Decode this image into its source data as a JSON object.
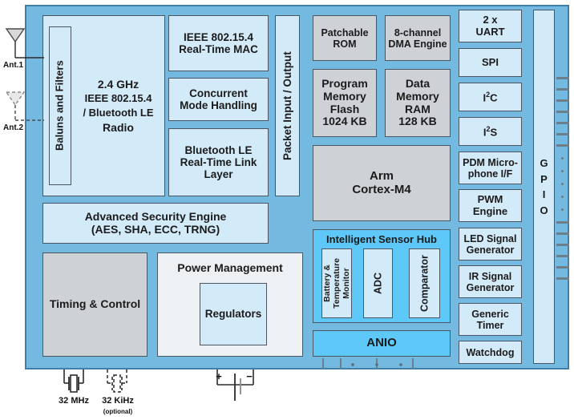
{
  "diagram": {
    "title": "Wireless SoC block diagram",
    "colors": {
      "chip_background": "#74b9e0",
      "light_block": "#d3eaf9",
      "gray_block": "#ced1d6",
      "white_block": "#eef1f4",
      "bright_block": "#5ec8f8",
      "border": "#4a5763"
    }
  },
  "antennas": [
    {
      "label": "Ant.1",
      "style": "solid"
    },
    {
      "label": "Ant.2",
      "style": "dashed"
    }
  ],
  "radio": {
    "baluns": "Baluns and Filters",
    "radio_lines": [
      "2.4 GHz",
      "IEEE 802.15.4",
      "/ Bluetooth LE",
      "Radio"
    ]
  },
  "protocol_blocks": [
    {
      "name": "ieee-mac",
      "lines": [
        "IEEE 802.15.4",
        "Real-Time MAC"
      ]
    },
    {
      "name": "concurrent-mode",
      "lines": [
        "Concurrent",
        "Mode Handling"
      ]
    },
    {
      "name": "ble-link-layer",
      "lines": [
        "Bluetooth LE",
        "Real-Time Link",
        "Layer"
      ]
    }
  ],
  "packet_io": {
    "label": "Packet Input / Output"
  },
  "security": {
    "lines": [
      "Advanced Security Engine",
      "(AES, SHA, ECC, TRNG)"
    ]
  },
  "timing": {
    "label": "Timing & Control"
  },
  "power": {
    "title": "Power Management",
    "regulators": "Regulators"
  },
  "core_blocks": [
    {
      "name": "patchable-rom",
      "lines": [
        "Patchable",
        "ROM"
      ]
    },
    {
      "name": "dma-engine",
      "lines": [
        "8-channel",
        "DMA Engine"
      ]
    },
    {
      "name": "program-memory",
      "lines": [
        "Program",
        "Memory",
        "Flash",
        "1024 KB"
      ]
    },
    {
      "name": "data-memory",
      "lines": [
        "Data",
        "Memory",
        "RAM",
        "128 KB"
      ]
    },
    {
      "name": "cpu",
      "lines": [
        "Arm",
        "Cortex-M4"
      ]
    }
  ],
  "sensor_hub": {
    "title": "Intelligent Sensor Hub",
    "items": [
      {
        "name": "battery-temperature-monitor",
        "lines": [
          "Battery &",
          "Temperature",
          "Monitor"
        ]
      },
      {
        "name": "adc",
        "lines": [
          "ADC"
        ]
      },
      {
        "name": "comparator",
        "lines": [
          "Comparator"
        ]
      }
    ]
  },
  "anio": {
    "label": "ANIO"
  },
  "peripherals": [
    {
      "name": "uart",
      "lines": [
        "2 x",
        "UART"
      ]
    },
    {
      "name": "spi",
      "lines": [
        "SPI"
      ]
    },
    {
      "name": "i2c",
      "lines": [
        "I",
        "2",
        "C"
      ],
      "sup": true,
      "text": "I2C"
    },
    {
      "name": "i2s",
      "lines": [
        "I",
        "2",
        "S"
      ],
      "sup": true,
      "text": "I2S"
    },
    {
      "name": "pdm-microphone",
      "lines": [
        "PDM Micro-",
        "phone I/F"
      ]
    },
    {
      "name": "pwm-engine",
      "lines": [
        "PWM",
        "Engine"
      ]
    },
    {
      "name": "led-signal-generator",
      "lines": [
        "LED Signal",
        "Generator"
      ]
    },
    {
      "name": "ir-signal-generator",
      "lines": [
        "IR Signal",
        "Generator"
      ]
    },
    {
      "name": "generic-timer",
      "lines": [
        "Generic",
        "Timer"
      ]
    },
    {
      "name": "watchdog",
      "lines": [
        "Watchdog"
      ]
    }
  ],
  "gpio": {
    "label": "G P I O",
    "letters": [
      "G",
      "P",
      "I",
      "O"
    ]
  },
  "externals": {
    "xtal_hf": {
      "label": "32 MHz",
      "style": "solid"
    },
    "xtal_lf": {
      "label": "32 KiHz",
      "note": "(optional)",
      "style": "dashed"
    },
    "battery": {
      "plus": "+",
      "minus": "−"
    }
  }
}
